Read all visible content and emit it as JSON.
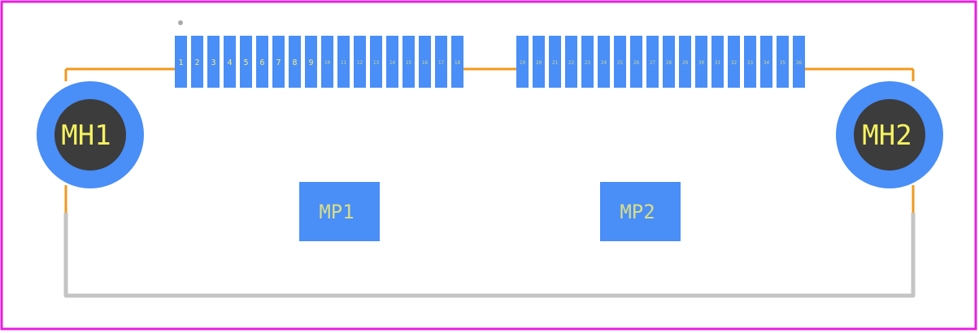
{
  "colors": {
    "board_outline": "#e81ee0",
    "silkscreen_orange": "#f29a1c",
    "silkscreen_grey": "#c4c4c4",
    "pad_blue": "#4a8ef7",
    "hole_dark": "#3c3c3c",
    "pin1_marker": "#aaaaaa"
  },
  "pins_left": [
    "1",
    "2",
    "3",
    "4",
    "5",
    "6",
    "7",
    "8",
    "9",
    "10",
    "11",
    "12",
    "13",
    "14",
    "15",
    "16",
    "17",
    "18"
  ],
  "pins_right": [
    "19",
    "20",
    "21",
    "22",
    "23",
    "24",
    "25",
    "26",
    "27",
    "28",
    "29",
    "30",
    "31",
    "32",
    "33",
    "34",
    "35",
    "36"
  ],
  "mounting_holes": [
    {
      "label": "MH1"
    },
    {
      "label": "MH2"
    }
  ],
  "mechanical_pads": [
    {
      "label": "MP1"
    },
    {
      "label": "MP2"
    }
  ]
}
